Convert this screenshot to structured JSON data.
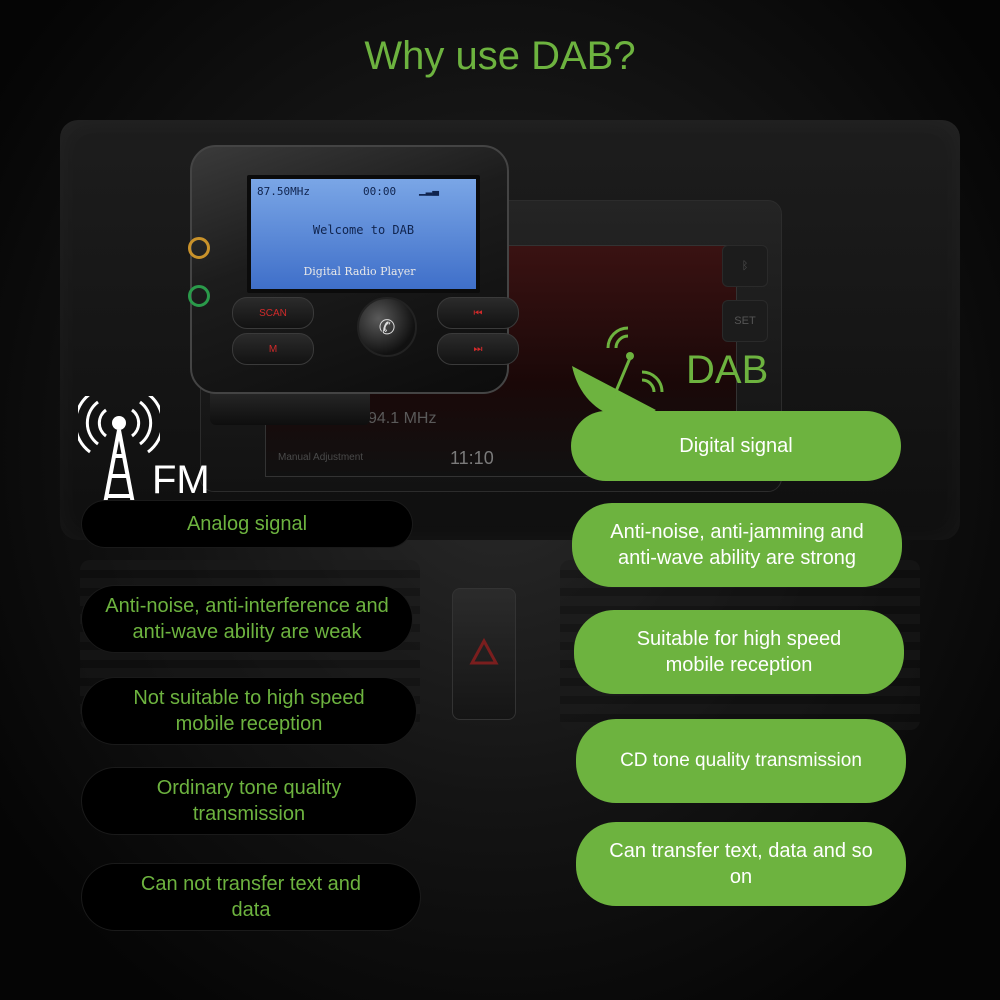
{
  "title": "Why use DAB?",
  "colors": {
    "accent_green": "#6db33f",
    "fm_pill_bg": "#000000",
    "dab_pill_text": "#ffffff"
  },
  "device": {
    "lcd_frequency": "87.50MHz",
    "lcd_time": "00:00",
    "lcd_message": "Welcome to DAB",
    "brand_label": "Digital Radio Player",
    "buttons": [
      "SCAN",
      "M",
      "⏮",
      "⏭"
    ],
    "knob_icon": "phone-icon"
  },
  "background": {
    "screen_frequency": "94.1 MHz",
    "screen_time": "11:10",
    "screen_manual": "Manual Adjustment",
    "set_button": "SET"
  },
  "fm": {
    "label": "FM",
    "icon": "radio-tower-icon",
    "items": [
      "Analog signal",
      "Anti-noise, anti-interference and anti-wave ability are weak",
      "Not suitable to high speed mobile reception",
      "Ordinary tone quality transmission",
      "Can not transfer text and data"
    ]
  },
  "dab": {
    "label": "DAB",
    "icon": "satellite-dish-icon",
    "items": [
      "Digital signal",
      "Anti-noise, anti-jamming and anti-wave ability are strong",
      "Suitable for high speed mobile reception",
      "CD tone quality transmission",
      "Can transfer text, data and so on"
    ]
  }
}
